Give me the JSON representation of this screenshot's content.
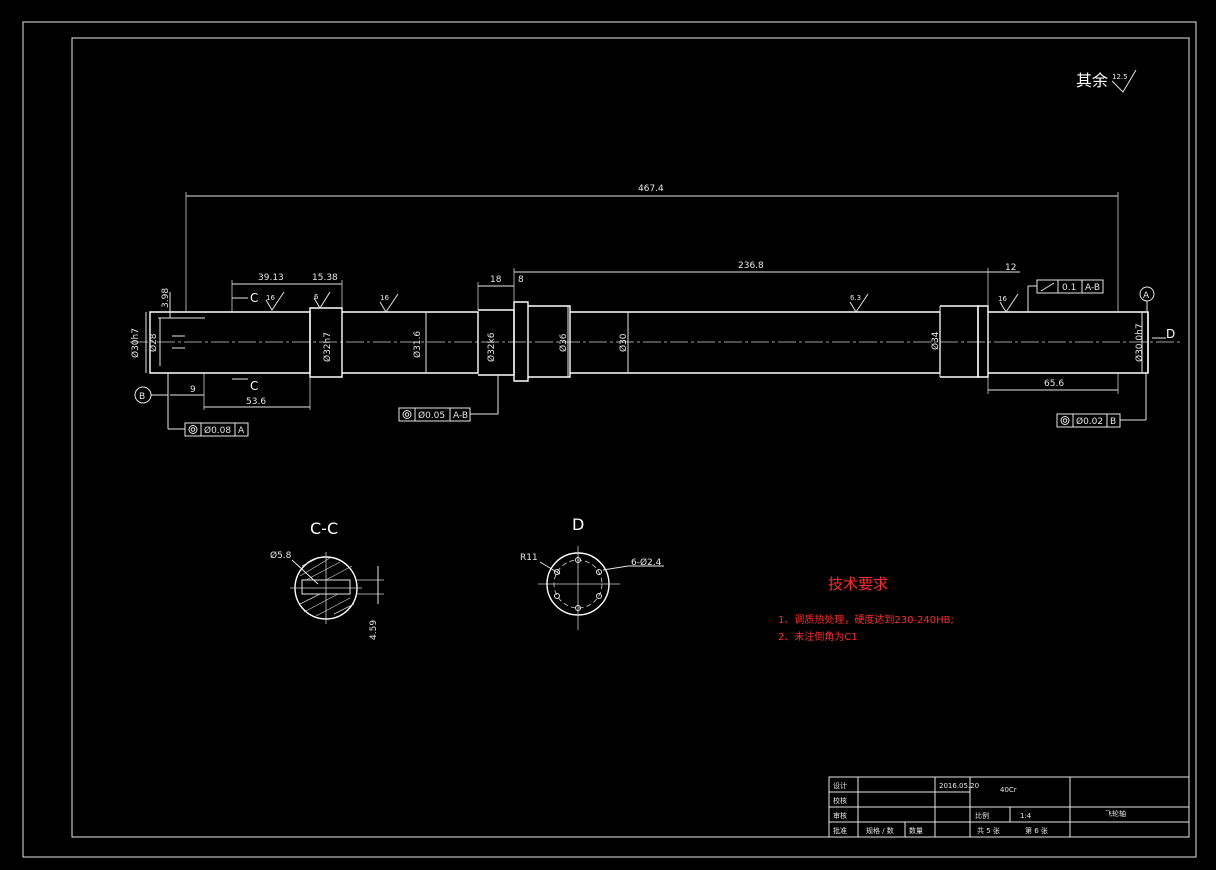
{
  "roughness_note": {
    "label": "其余",
    "value": "12.5"
  },
  "dimensions": {
    "overall_length": "467.4",
    "d_39_13": "39.13",
    "d_15_38": "15.38",
    "d_18": "18",
    "d_8": "8",
    "d_236_8": "236.8",
    "d_12": "12",
    "d_3_98": "3.98",
    "d_9": "9",
    "d_53_6": "53.6",
    "d_65_6": "65.6",
    "dia_30h7_left": "Ø30h7",
    "dia_28": "Ø28",
    "dia_32h7": "Ø32h7",
    "dia_31_6": "Ø31.6",
    "dia_32k6": "Ø32k6",
    "dia_36": "Ø36",
    "dia_30": "Ø30",
    "dia_34": "Ø34",
    "dia_30h7_right": "Ø30.0h7"
  },
  "roughness": {
    "r1": "16",
    "r2": "6",
    "r3": "16",
    "r4": "6.3",
    "r5": "16"
  },
  "section_letters": {
    "c_top": "C",
    "c_bottom": "C",
    "a": "A",
    "b": "B",
    "d": "D"
  },
  "tolerances": {
    "runout_right": {
      "value": "0.1",
      "datum": "A-B"
    },
    "coax_left": {
      "value": "Ø0.08",
      "datum": "A"
    },
    "coax_mid": {
      "value": "Ø0.05",
      "datum": "A-B"
    },
    "coax_right": {
      "value": "Ø0.02",
      "datum": "B"
    }
  },
  "section_cc": {
    "title": "C-C",
    "dia": "Ø5.8",
    "depth": "4.59"
  },
  "view_d": {
    "title": "D",
    "radius": "R11",
    "holes": "6-Ø2.4"
  },
  "tech_req": {
    "title": "技术要求",
    "items": [
      "1、调质热处理，硬度达到230-240HB;",
      "2、未注倒角为C1"
    ]
  },
  "title_block": {
    "design": "设计",
    "check": "校核",
    "review": "审核",
    "approve": "批准",
    "date": "2016.05.20",
    "material": "40Cr",
    "scale_label": "比例",
    "scale_value": "1:4",
    "part_name": "飞轮轴",
    "sheets_total": "共 5 张",
    "sheet_no": "第 6 张",
    "standard": "规格 / 数",
    "count": "数量"
  }
}
